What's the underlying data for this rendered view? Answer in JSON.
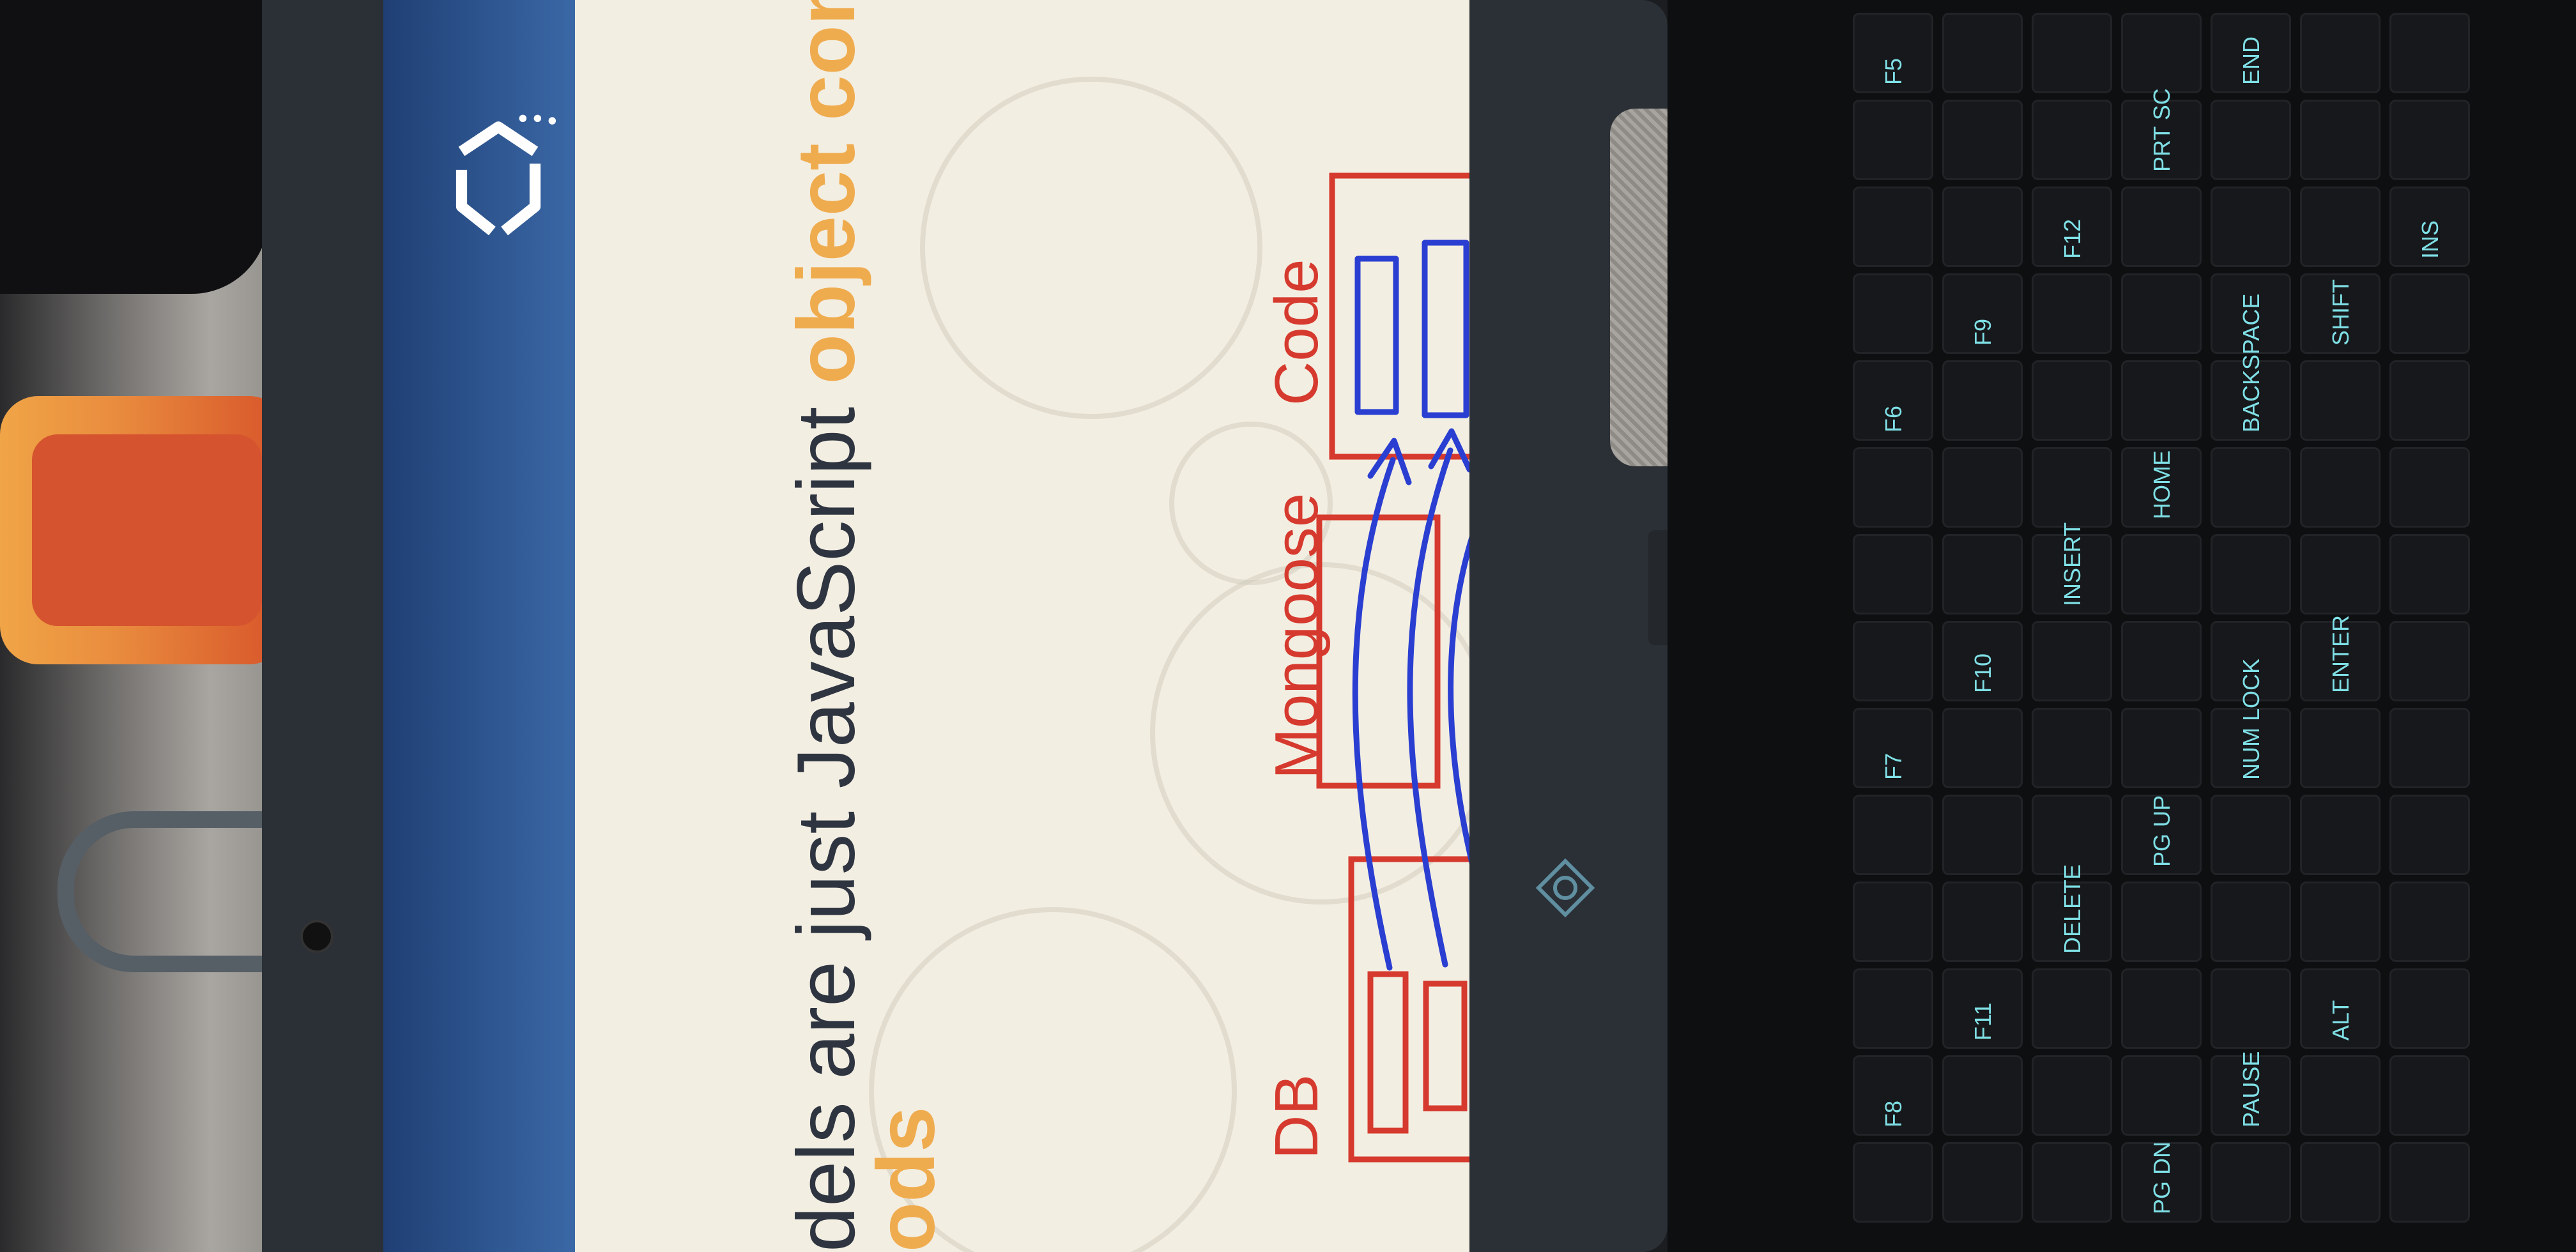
{
  "slide": {
    "title_prefix": "dels are just JavaScript ",
    "title_accent": "object constructors",
    "title_line2": "ods",
    "labels": {
      "code": "Code",
      "mongoose": "Mongoose",
      "db": "DB"
    }
  },
  "colors": {
    "slide_bg": "#f3eee2",
    "diagram_red": "#d63a2e",
    "annotation_blue": "#2a3fd1",
    "accent_orange": "#efac4f",
    "title_gray": "#2e3540"
  },
  "keyboard": {
    "keys": [
      "F5",
      "F6",
      "F7",
      "F8",
      "F9",
      "F10",
      "F11",
      "F12",
      "INSERT",
      "DELETE",
      "PRT SC",
      "HOME",
      "PG UP",
      "PG DN",
      "END",
      "BACKSPACE",
      "NUM LOCK",
      "PAUSE",
      "SHIFT",
      "ENTER",
      "ALT",
      "INS"
    ]
  },
  "icons": [
    "recycle-logo-icon",
    "laptop-brand-icon",
    "webcam-icon"
  ]
}
